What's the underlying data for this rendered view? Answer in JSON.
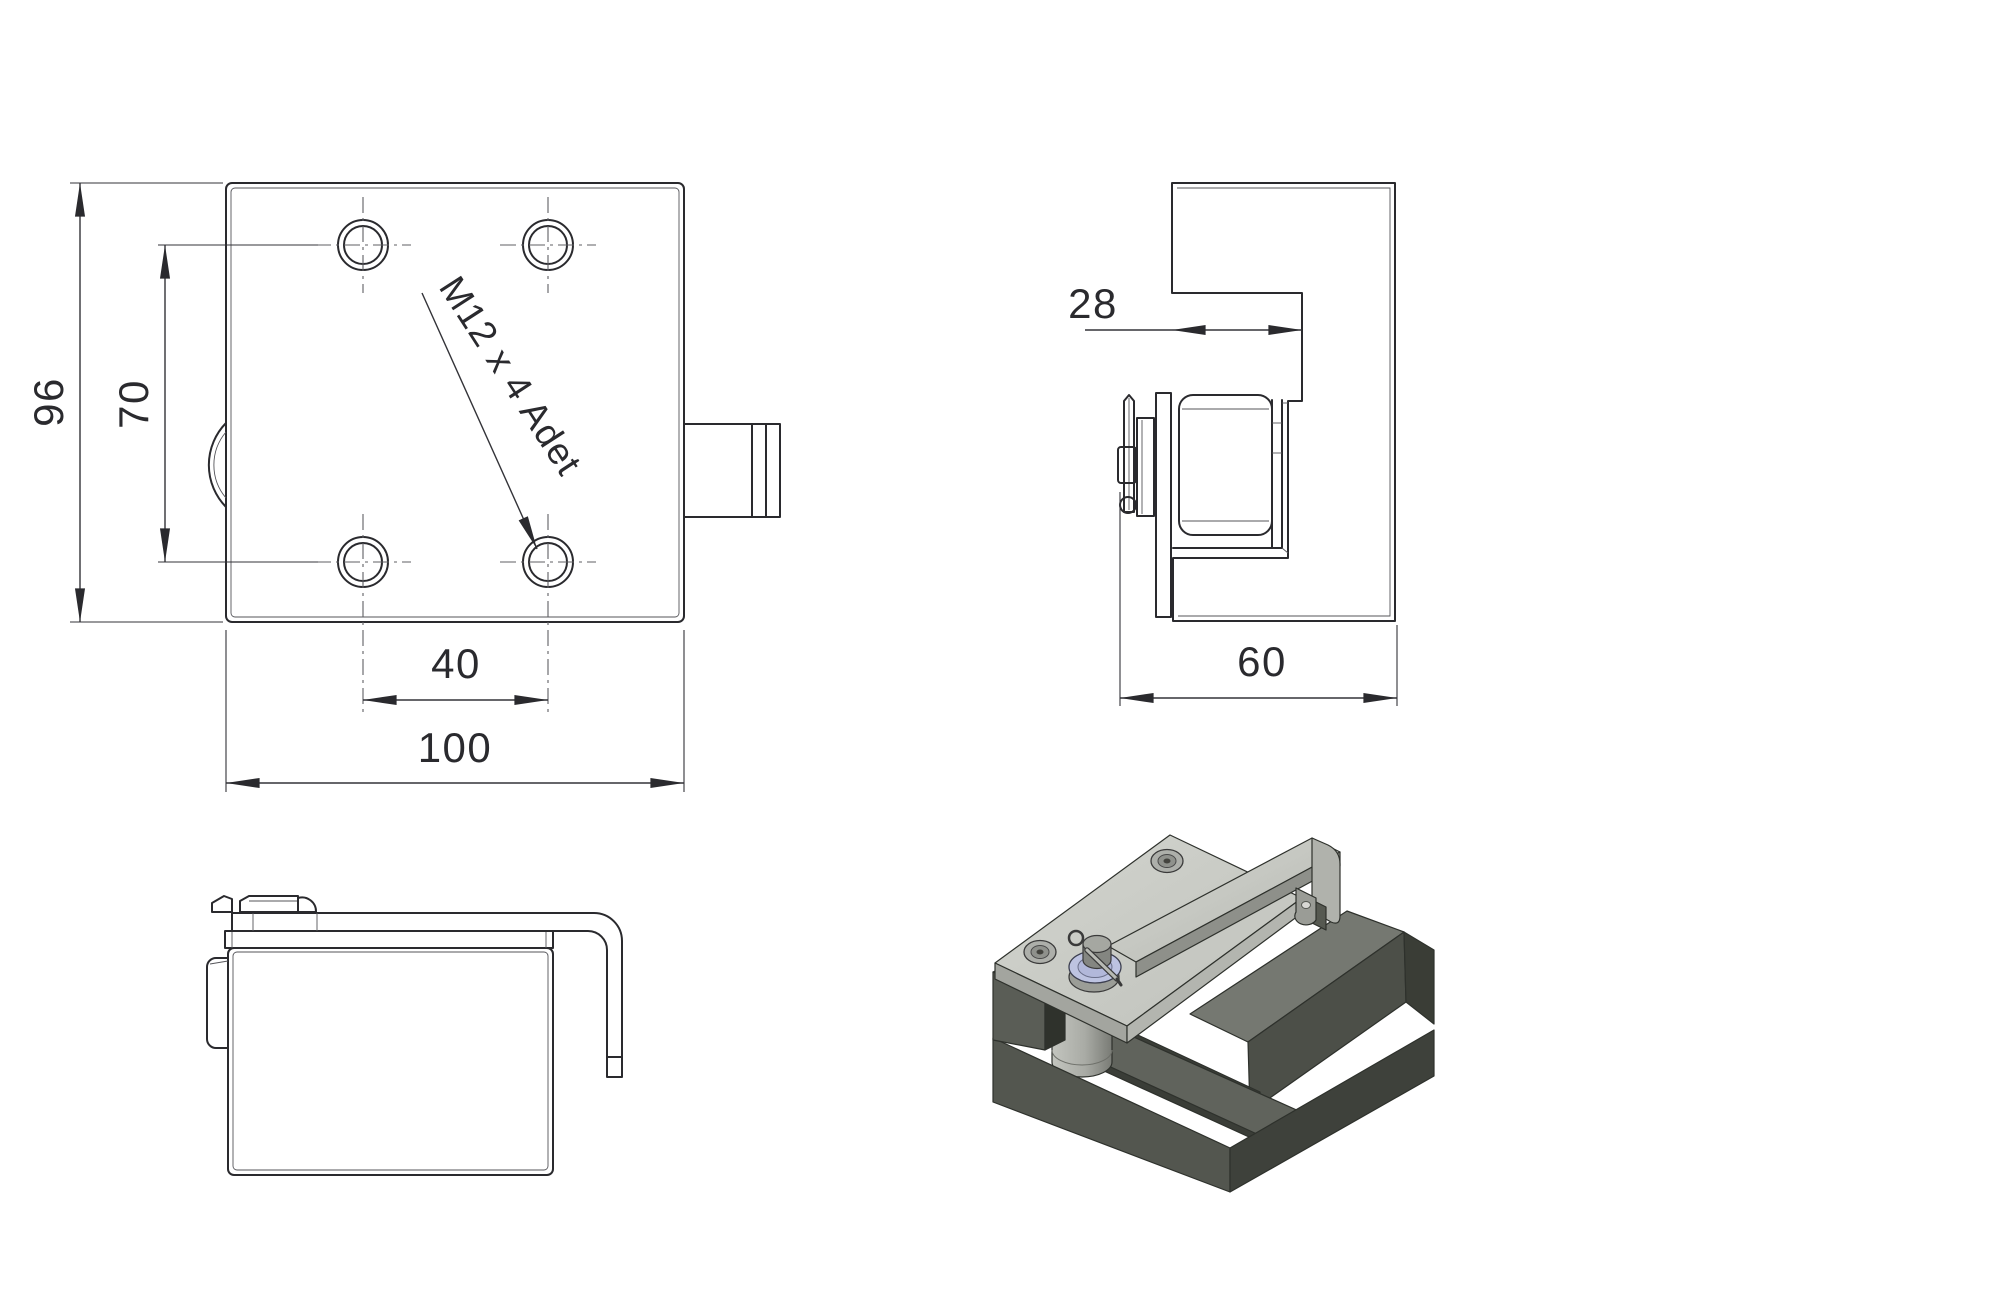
{
  "page": {
    "background": "#ffffff"
  },
  "drawing": {
    "line_color": "#2a2a2e",
    "centerline_color": "#5f5f63",
    "views": {
      "top": {
        "dims": {
          "height": "96",
          "hole_spacing_v": "70",
          "hole_spacing_h": "40",
          "width": "100"
        },
        "thread_note": "M12 x 4 Adet",
        "hole_count": 4
      },
      "side": {
        "dims": {
          "notch_depth": "28",
          "block_width": "60"
        }
      },
      "front": {},
      "iso": {
        "colors": {
          "block_top": "#757871",
          "block_front": "#53564f",
          "block_side": "#3e413b",
          "block_recess": "#3a3d37",
          "plate": "#c9cbc5",
          "strip": "#c7c9c3",
          "roller": "#a9aba5",
          "washer": "#bdc3e1",
          "bolt": "#a5a7a1"
        }
      }
    }
  }
}
